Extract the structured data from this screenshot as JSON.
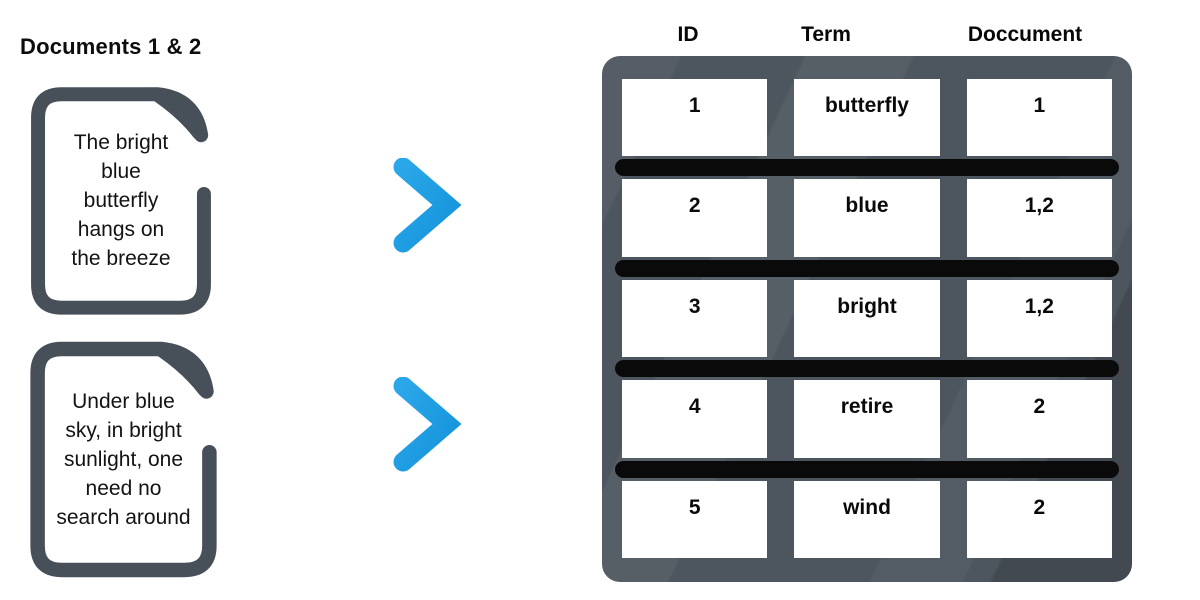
{
  "left": {
    "title": "Documents 1 & 2",
    "documents": [
      {
        "name": "document-1",
        "lines": [
          "The bright",
          "blue",
          "butterfly",
          "hangs on",
          "the breeze"
        ]
      },
      {
        "name": "document-2",
        "lines": [
          "Under blue",
          "sky, in bright",
          "sunlight, one",
          "need no",
          "search around"
        ]
      }
    ]
  },
  "table": {
    "columns": [
      "ID",
      "Term",
      "Doccument"
    ],
    "rows": [
      [
        "1",
        "butterfly",
        "1"
      ],
      [
        "2",
        "blue",
        "1,2"
      ],
      [
        "3",
        "bright",
        "1,2"
      ],
      [
        "4",
        "retire",
        "2"
      ],
      [
        "5",
        "wind",
        "2"
      ]
    ]
  },
  "icons": {
    "document": "document-icon",
    "arrow": "arrow-right-icon"
  },
  "colors": {
    "frame": "#4d555e",
    "frame-dark": "#3d454d",
    "frame-light": "#575f68",
    "divider": "#0a0a0a",
    "arrow-light": "#2aa7e8",
    "arrow-dark": "#1694dc",
    "icon-outline": "#474f58",
    "text": "#111111"
  }
}
